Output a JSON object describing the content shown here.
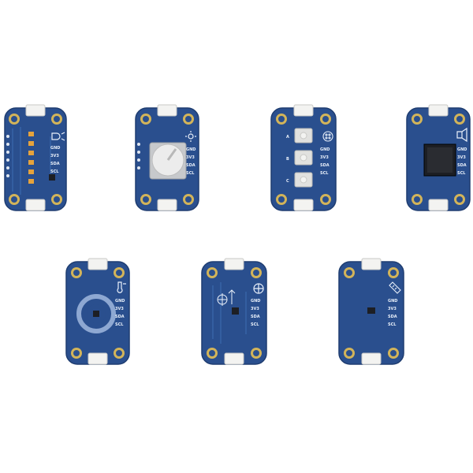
{
  "boards": [
    {
      "id": "led-bar",
      "labels": {
        "gnd": "GND",
        "v33": "3V3",
        "sda": "SDA",
        "scl": "SCL"
      },
      "icon": "led-icon"
    },
    {
      "id": "rotary-encoder",
      "labels": {
        "gnd": "GND",
        "v33": "3V3",
        "sda": "SDA",
        "scl": "SCL"
      },
      "icon": "sun-icon"
    },
    {
      "id": "buttons",
      "labels": {
        "gnd": "GND",
        "v33": "3V3",
        "sda": "SDA",
        "scl": "SCL"
      },
      "buttons": [
        "A",
        "B",
        "C"
      ],
      "icon": "button-icon"
    },
    {
      "id": "buzzer",
      "labels": {
        "gnd": "GND",
        "v33": "3V3",
        "sda": "SDA",
        "scl": "SCL"
      },
      "icon": "buzzer-icon"
    },
    {
      "id": "thermo",
      "labels": {
        "gnd": "GND",
        "v33": "3V3",
        "sda": "SDA",
        "scl": "SCL"
      },
      "icon": "thermometer-icon"
    },
    {
      "id": "movement",
      "labels": {
        "gnd": "GND",
        "v33": "3V3",
        "sda": "SDA",
        "scl": "SCL"
      },
      "icon": "gyroscope-icon"
    },
    {
      "id": "distance",
      "labels": {
        "gnd": "GND",
        "v33": "3V3",
        "sda": "SDA",
        "scl": "SCL"
      },
      "icon": "ruler-icon"
    }
  ],
  "colors": {
    "pcb": "#2a4f8e",
    "pcb_edge": "#1f3d70",
    "trace": "#3a68ad",
    "gold": "#d2b45a",
    "connector": "#f3f3f1",
    "chip": "#1d1f24",
    "led": "#e6a33c"
  }
}
